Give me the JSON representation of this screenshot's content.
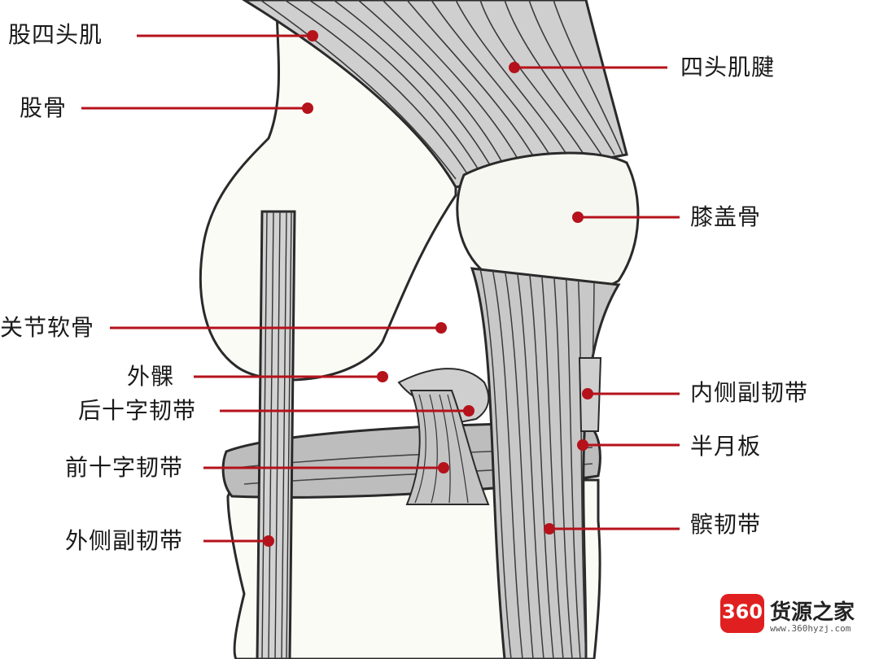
{
  "labels": {
    "quadriceps": "股四头肌",
    "femur": "股骨",
    "quad_tendon": "四头肌腱",
    "patella": "膝盖骨",
    "cartilage": "关节软骨",
    "lateral_condyle": "外髁",
    "pcl": "后十字韧带",
    "mcl": "内侧副韧带",
    "meniscus": "半月板",
    "acl": "前十字韧带",
    "patellar_ligament": "髌韧带",
    "lcl": "外侧副韧带"
  },
  "watermark": {
    "badge": "360",
    "site": "货源之家",
    "url": "www.360hyzj.com"
  },
  "colors": {
    "pointer": "#b5121b",
    "bone_fill": "#fbfbf6",
    "ligament_fill": "#c9c9c9",
    "outline": "#2a2a2a",
    "badge_red": "#e02020"
  }
}
